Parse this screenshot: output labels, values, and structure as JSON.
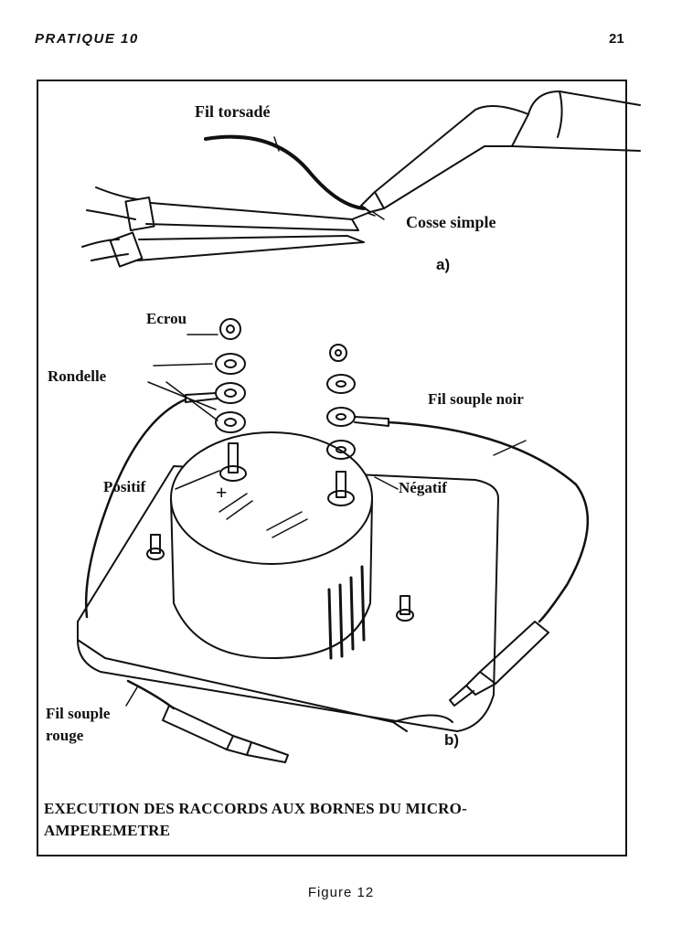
{
  "header": {
    "section": "PRATIQUE 10",
    "page_number": "21"
  },
  "figure_a": {
    "label_twisted_wire": "Fil torsadé",
    "label_lug": "Cosse simple",
    "part_letter": "a)"
  },
  "figure_b": {
    "label_nut": "Ecrou",
    "label_washer": "Rondelle",
    "label_black_wire": "Fil souple noir",
    "label_positive": "Positif",
    "plus_sign": "+",
    "label_negative": "Négatif",
    "label_red_wire_line1": "Fil souple",
    "label_red_wire_line2": "rouge",
    "part_letter": "b)"
  },
  "caption": {
    "line1": "EXECUTION DES RACCORDS AUX BORNES DU MICRO-",
    "line2": "AMPEREMETRE"
  },
  "figure_caption": "Figure 12"
}
